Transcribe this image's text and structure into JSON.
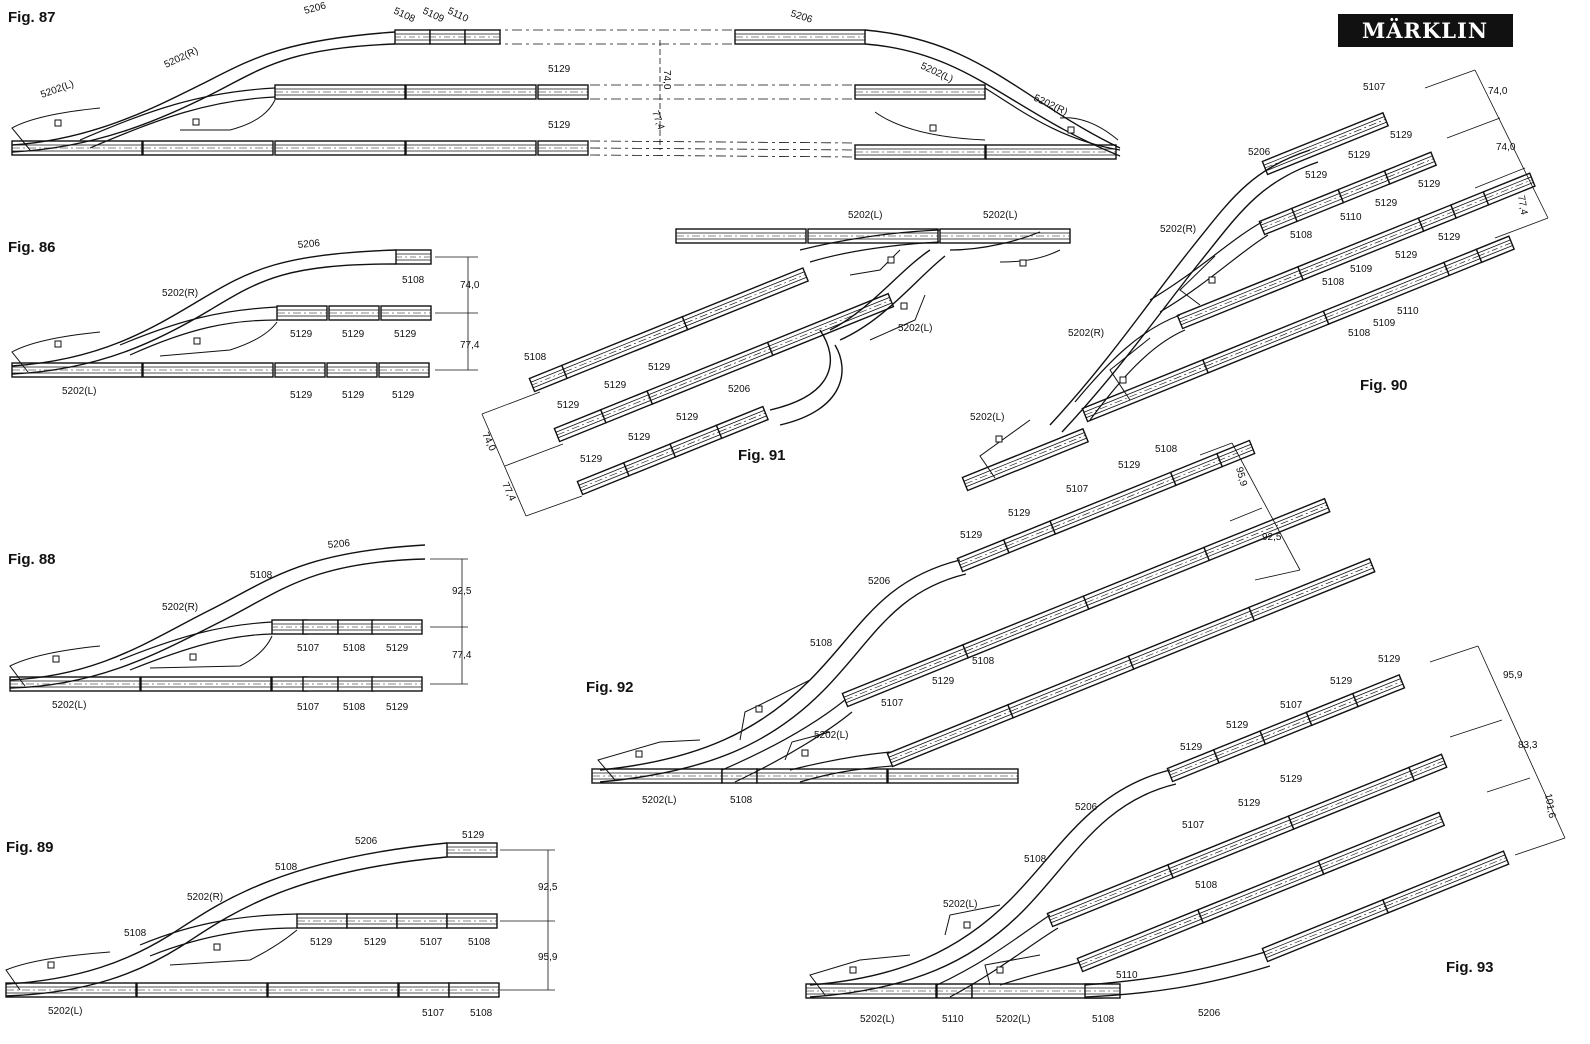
{
  "brand": {
    "logo": "MÄRKLIN"
  },
  "figures": [
    {
      "id": "87",
      "title": "Fig. 87",
      "labels": [
        "5202(L)",
        "5202(R)",
        "5206",
        "5108",
        "5109",
        "5110",
        "5206",
        "5202(L)",
        "5202(R)",
        "5129",
        "5129"
      ],
      "dimensions": [
        "74,0",
        "77,4"
      ]
    },
    {
      "id": "86",
      "title": "Fig. 86",
      "labels": [
        "5206",
        "5108",
        "5202(R)",
        "5129",
        "5129",
        "5129",
        "5202(L)",
        "5129",
        "5129",
        "5129"
      ],
      "dimensions": [
        "74,0",
        "77,4"
      ]
    },
    {
      "id": "91",
      "title": "Fig. 91",
      "labels": [
        "5202(L)",
        "5202(L)",
        "5202(L)",
        "5108",
        "5129",
        "5129",
        "5206",
        "5129",
        "5129",
        "5129",
        "5129"
      ],
      "dimensions": [
        "74,0",
        "77,4"
      ]
    },
    {
      "id": "90",
      "title": "Fig. 90",
      "labels": [
        "5107",
        "5206",
        "5129",
        "5129",
        "5129",
        "5129",
        "5202(R)",
        "5108",
        "5110",
        "5129",
        "5129",
        "5129",
        "5108",
        "5109",
        "5202(R)",
        "5108",
        "5109",
        "5110",
        "5202(L)"
      ],
      "dimensions": [
        "74,0",
        "74,0",
        "77,4"
      ]
    },
    {
      "id": "88",
      "title": "Fig. 88",
      "labels": [
        "5206",
        "5108",
        "5202(R)",
        "5107",
        "5108",
        "5129",
        "5202(L)",
        "5107",
        "5108",
        "5129"
      ],
      "dimensions": [
        "92,5",
        "77,4"
      ]
    },
    {
      "id": "92",
      "title": "Fig. 92",
      "labels": [
        "5108",
        "5129",
        "5107",
        "5129",
        "5129",
        "5206",
        "5108",
        "5108",
        "5129",
        "5107",
        "5202(L)",
        "5202(L)",
        "5108"
      ],
      "dimensions": [
        "95,9",
        "92,5"
      ]
    },
    {
      "id": "89",
      "title": "Fig. 89",
      "labels": [
        "5206",
        "5129",
        "5108",
        "5202(R)",
        "5108",
        "5129",
        "5129",
        "5107",
        "5108",
        "5202(L)",
        "5107",
        "5108"
      ],
      "dimensions": [
        "92,5",
        "95,9"
      ]
    },
    {
      "id": "93",
      "title": "Fig. 93",
      "labels": [
        "5129",
        "5129",
        "5107",
        "5129",
        "5129",
        "5129",
        "5206",
        "5107",
        "5129",
        "5108",
        "5108",
        "5202(L)",
        "5110",
        "5202(L)",
        "5202(L)",
        "5110",
        "5108",
        "5206"
      ],
      "dimensions": [
        "95,9",
        "83,3",
        "101,6"
      ]
    }
  ]
}
